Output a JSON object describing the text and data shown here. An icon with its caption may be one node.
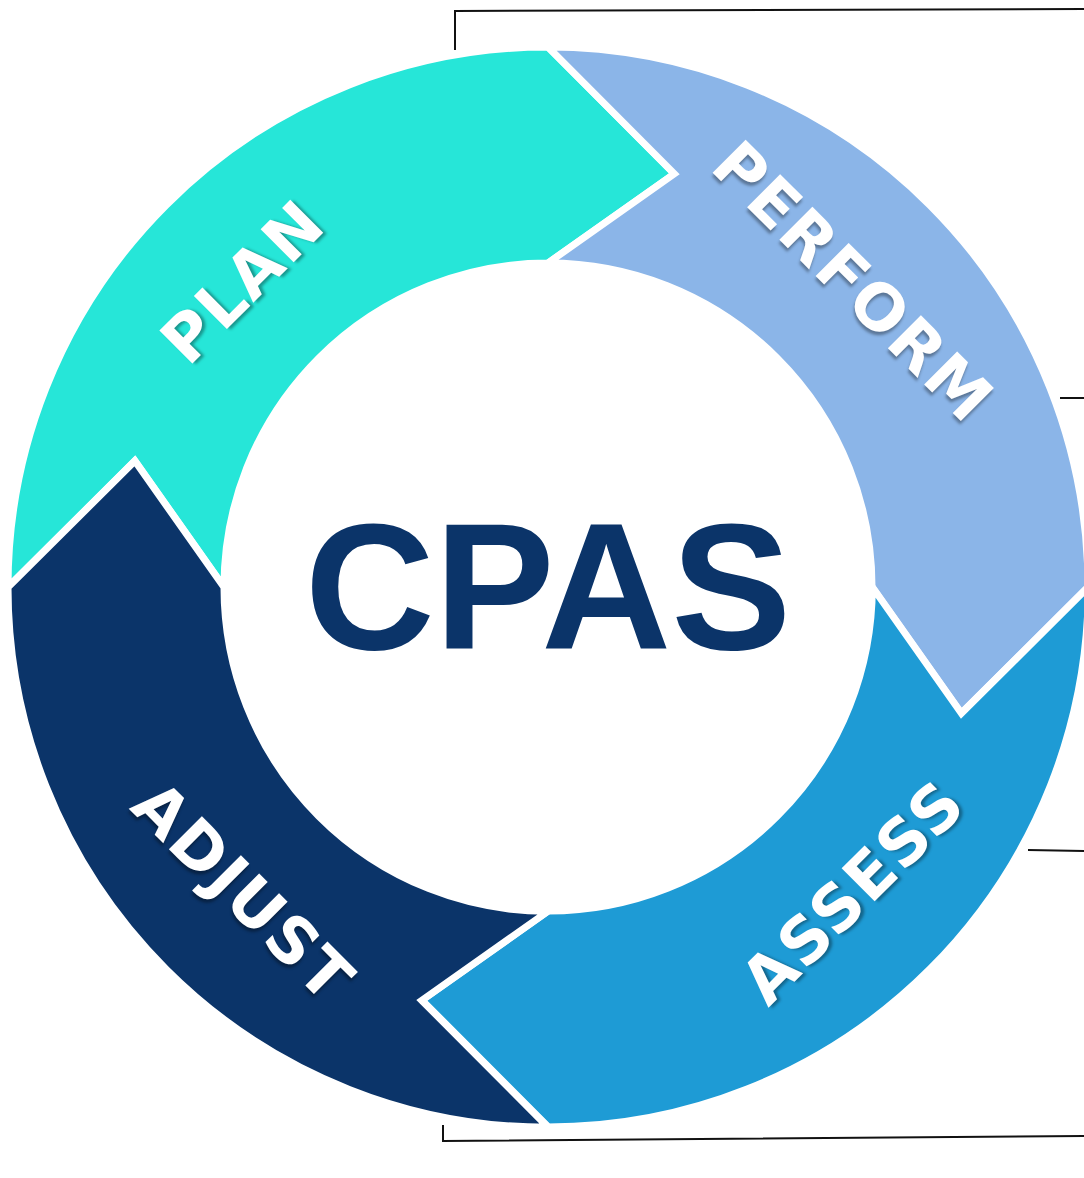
{
  "diagram": {
    "nodes": [
      {
        "text": [
          "PLAN"
        ]
      },
      {
        "text": [
          "PERFORM"
        ]
      },
      {
        "text": [
          "ASSESS"
        ]
      },
      {
        "text": [
          "ADJUST"
        ]
      },
      {
        "text": [
          "CPAS"
        ]
      }
    ]
  }
}
